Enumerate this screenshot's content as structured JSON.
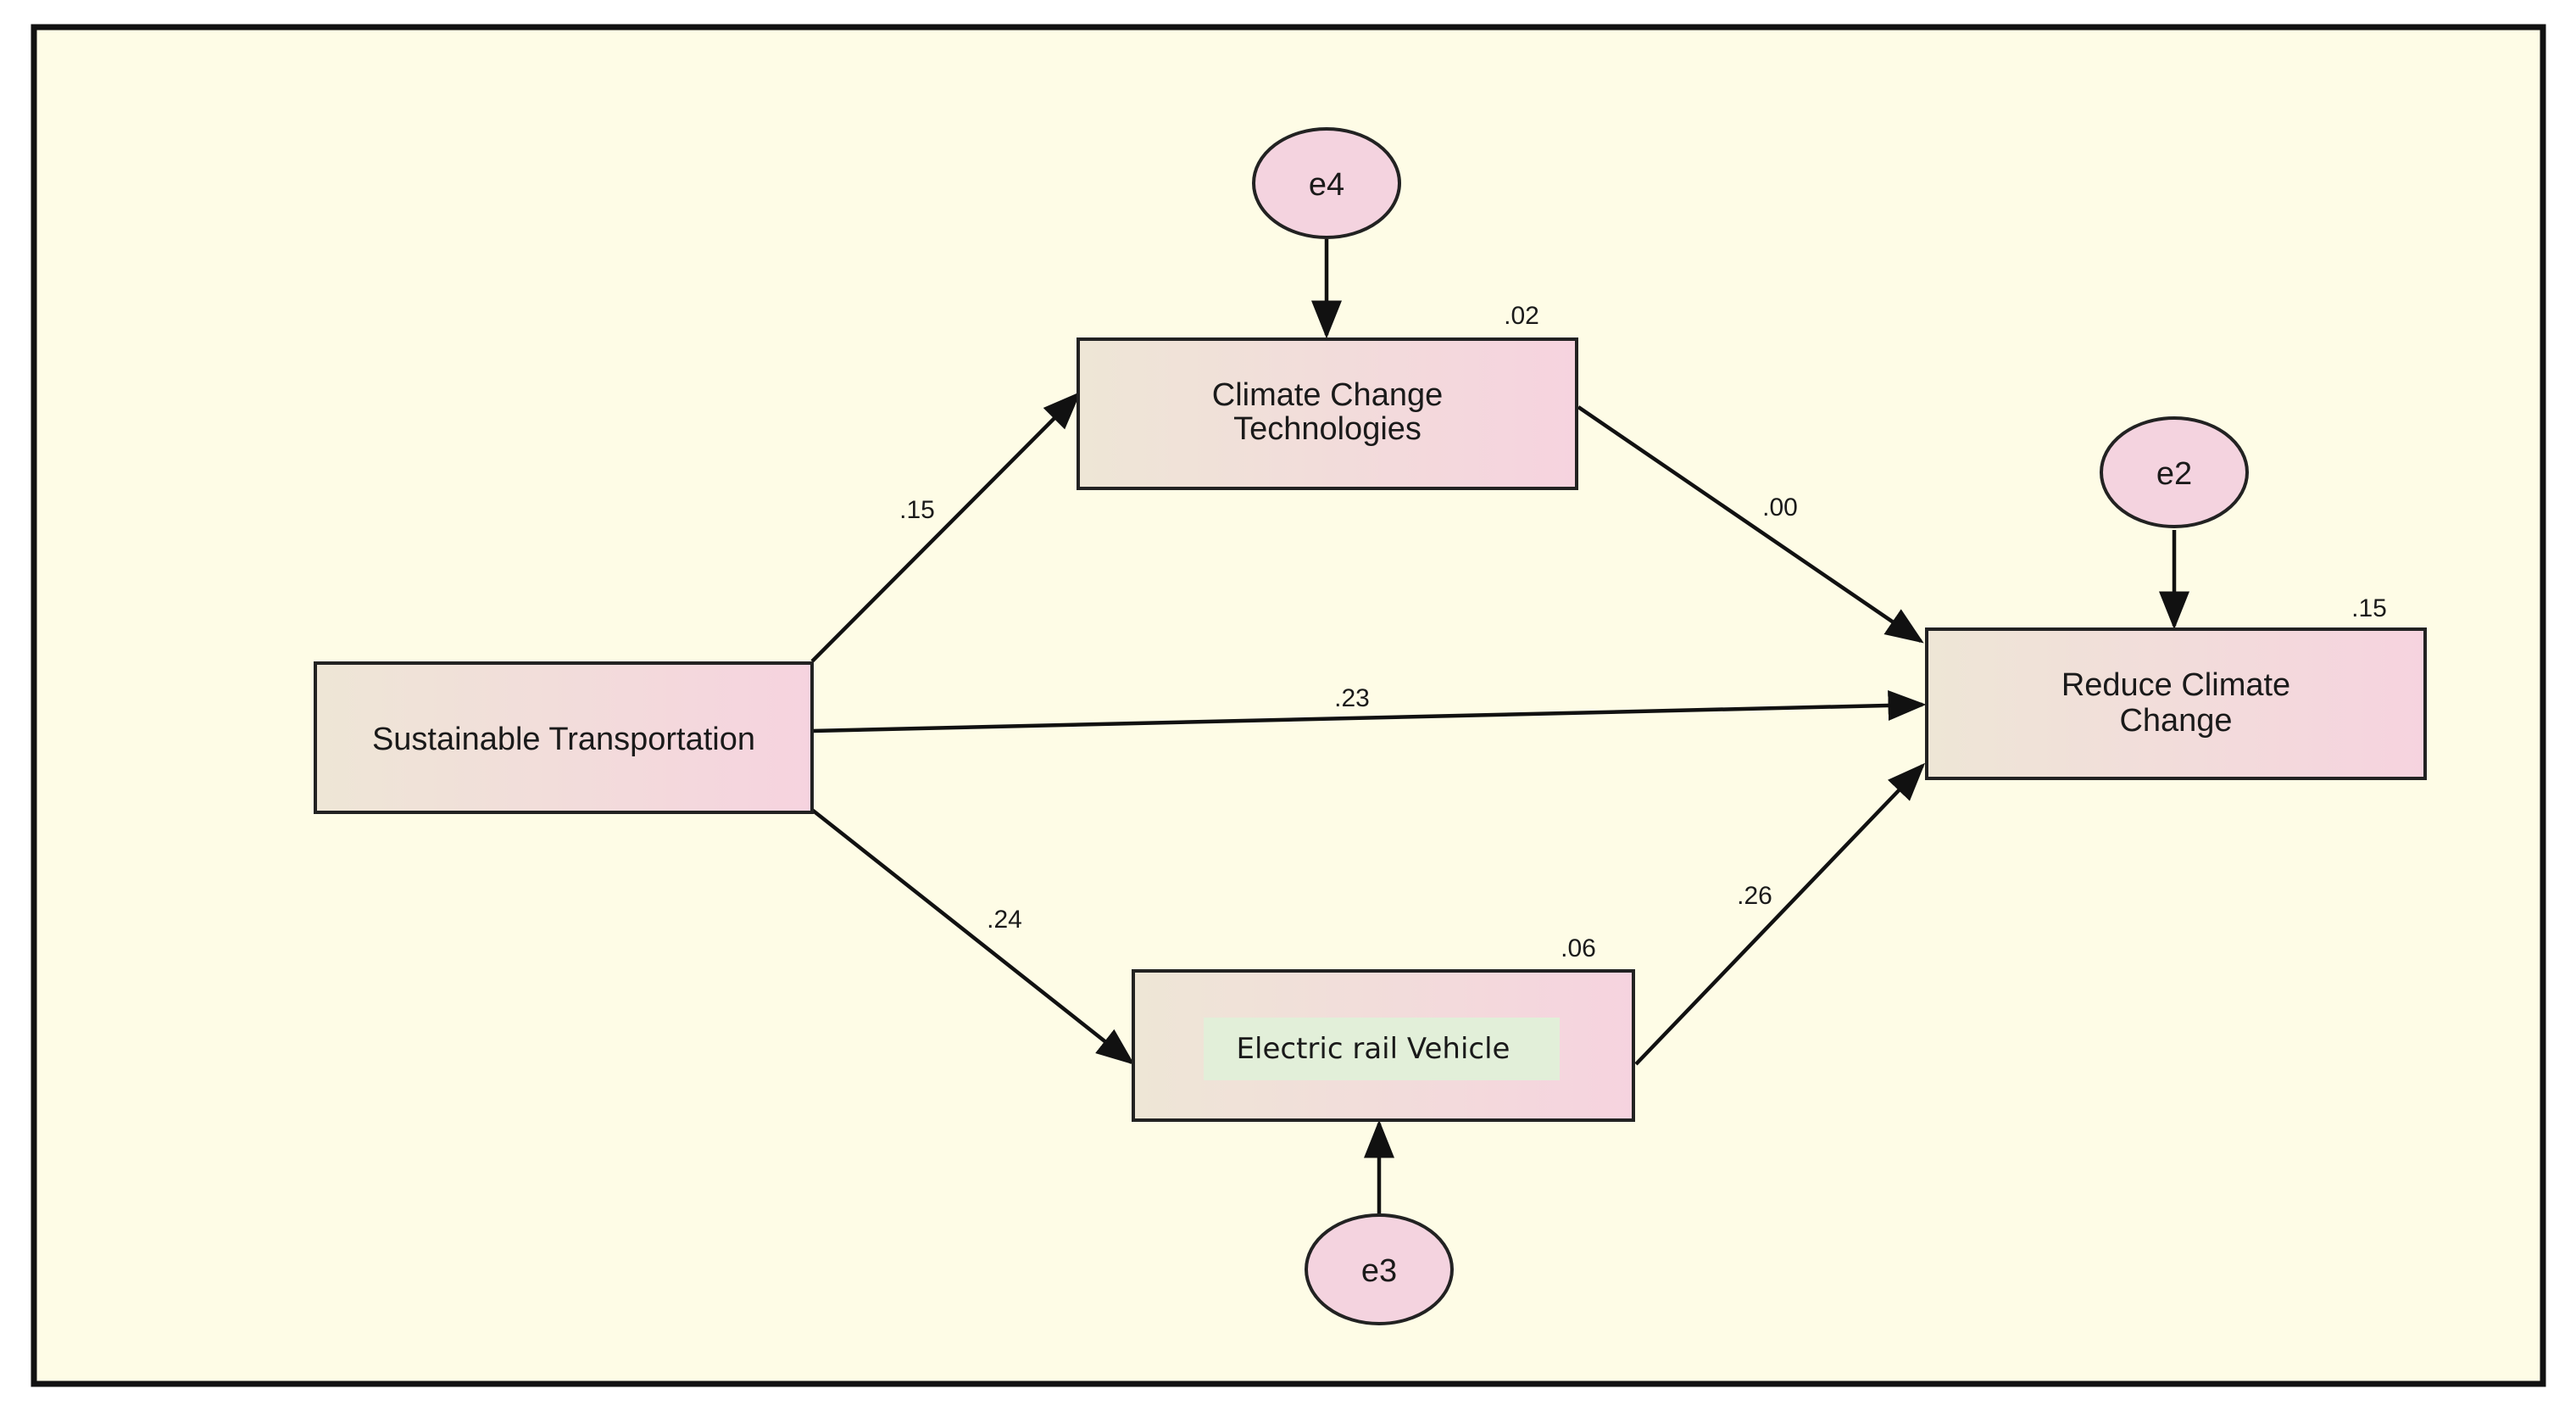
{
  "colors": {
    "background": "#FEFCE6",
    "frame": "#111111",
    "box_fill_start": "#EEE6D6",
    "box_fill_end": "#F6D3DF",
    "circle_fill": "#F4D3DF",
    "inner_label_fill": "#E2EFD9",
    "arrow": "#111111"
  },
  "nodes": {
    "sustainable_transportation": {
      "label": "Sustainable Transportation"
    },
    "climate_change_technologies": {
      "label_line1": "Climate Change",
      "label_line2": "Technologies",
      "r2": ".02"
    },
    "electric_rail_vehicle": {
      "label": "Electric rail Vehicle",
      "r2": ".06"
    },
    "reduce_climate_change": {
      "label_line1": "Reduce Climate",
      "label_line2": "Change",
      "r2": ".15"
    }
  },
  "errors": {
    "e4": "e4",
    "e2": "e2",
    "e3": "e3"
  },
  "paths": {
    "st_to_cct": ".15",
    "cct_to_rcc": ".00",
    "st_to_rcc": ".23",
    "st_to_erv": ".24",
    "erv_to_rcc": ".26"
  }
}
